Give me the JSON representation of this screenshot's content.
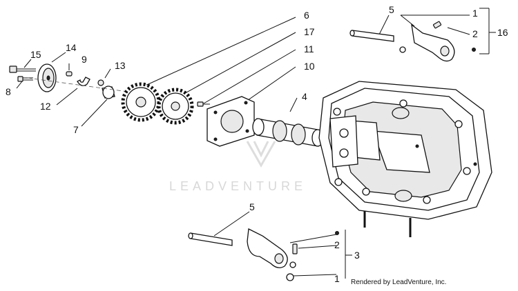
{
  "diagram": {
    "callouts": {
      "c15": "15",
      "c14": "14",
      "c9": "9",
      "c13": "13",
      "c8": "8",
      "c12": "12",
      "c7": "7",
      "c6": "6",
      "c17": "17",
      "c11": "11",
      "c10": "10",
      "c4": "4",
      "c5_top": "5",
      "c1_top": "1",
      "c2_top": "2",
      "c16": "16",
      "c5_bottom": "5",
      "c2_bottom": "2",
      "c3": "3",
      "c1_bottom": "1"
    },
    "watermark": "LEADVENTURE",
    "credit": "Rendered by LeadVenture, Inc."
  }
}
